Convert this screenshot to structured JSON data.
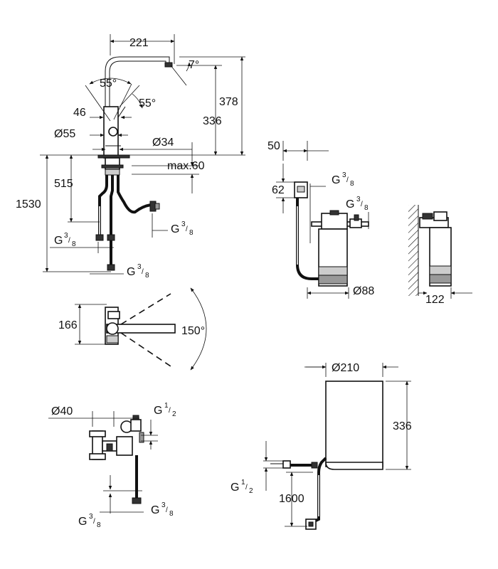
{
  "dimensions": {
    "spout_reach": "221",
    "spout_tilt_angle": "7°",
    "swivel_angle_left": "55°",
    "swivel_angle_right": "55°",
    "total_height": "378",
    "spout_height": "336",
    "handle_offset": "46",
    "base_diameter": "Ø55",
    "mounting_hole_diameter": "Ø34",
    "max_deck_thickness": "max.60",
    "hose_length_short": "515",
    "hose_length_long": "1530",
    "thread_g38": "G",
    "thread_g12": "G",
    "frac_three_num": "3",
    "frac_three_den": "8",
    "frac_half_num": "1",
    "frac_half_den": "2",
    "top_view_depth": "166",
    "spout_rotation": "150°",
    "filter_width": "50",
    "filter_head_height": "62",
    "filter_diameter": "Ø88",
    "filter_wall_clearance": "122",
    "valve_diameter": "Ø40",
    "boiler_diameter": "Ø210",
    "boiler_height": "336",
    "cable_length": "1600"
  },
  "colors": {
    "line": "#111111",
    "fill_dark": "#333333",
    "fill_mid": "#999999",
    "fill_light": "#cccccc",
    "background": "#ffffff"
  }
}
